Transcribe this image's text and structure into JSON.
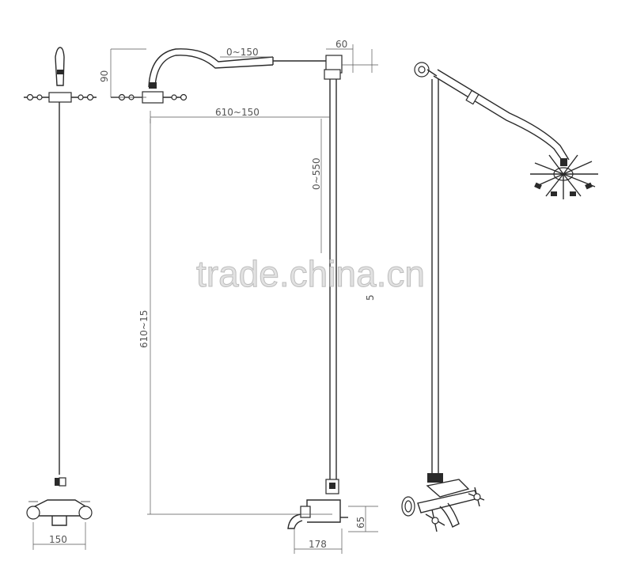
{
  "dimensions": {
    "top_arm": "0~150",
    "arm_width": "60",
    "head_height": "90",
    "span": "610~150",
    "slide": "0~550",
    "total_height": "610~15",
    "side_mark": "5",
    "base_height": "65",
    "base_width": "178",
    "valve_width": "150"
  },
  "watermark": "trade.china.cn"
}
